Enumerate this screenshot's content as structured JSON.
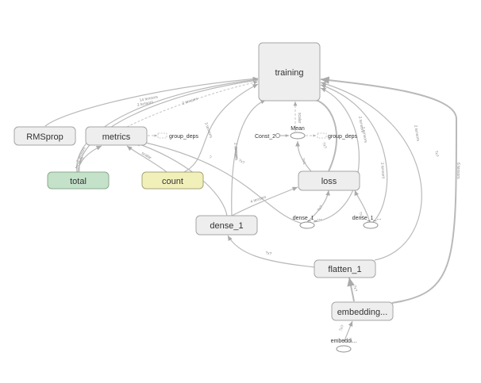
{
  "nodes": {
    "training": "training",
    "rmsprop": "RMSprop",
    "metrics": "metrics",
    "total": "total",
    "count": "count",
    "loss": "loss",
    "dense_1": "dense_1",
    "flatten_1": "flatten_1",
    "embedding": "embedding...",
    "embedding_input": "embeddi...",
    "mean": "Mean",
    "const_2": "Const_2",
    "group_deps_metrics": "group_deps",
    "group_deps_mean": "group_deps",
    "dense_1_target": "dense_1_...",
    "dense_1_sample": "dense_1_..."
  },
  "edge_labels": {
    "l1": "14 tensors",
    "l2": "3 tensors",
    "l3": "2 tensors",
    "l4": "3 tensors",
    "l5": "2 tensors",
    "l6": "tensors",
    "l7": "scalar",
    "l8": "2 tensors",
    "l9": "4 tensors",
    "l10": "2 tensors",
    "l11": "?",
    "l12": "2 tensors",
    "l13": "?x?",
    "l14": "scalar",
    "l15": "?x1",
    "l16": "?x?",
    "l17": "?x?",
    "l18": "?x1",
    "l19": "?x?",
    "l20": "2 tensors",
    "l21": "2 tensors",
    "l22": "tensors",
    "l23": "6 tensors",
    "l24": "?x?",
    "l25": "?x?",
    "l26": "?x?"
  },
  "colors": {
    "node_fill": "#eeeeee",
    "total_fill": "#c3e2c9",
    "count_fill": "#f1f0b9",
    "edge": "#b9b9b9"
  }
}
